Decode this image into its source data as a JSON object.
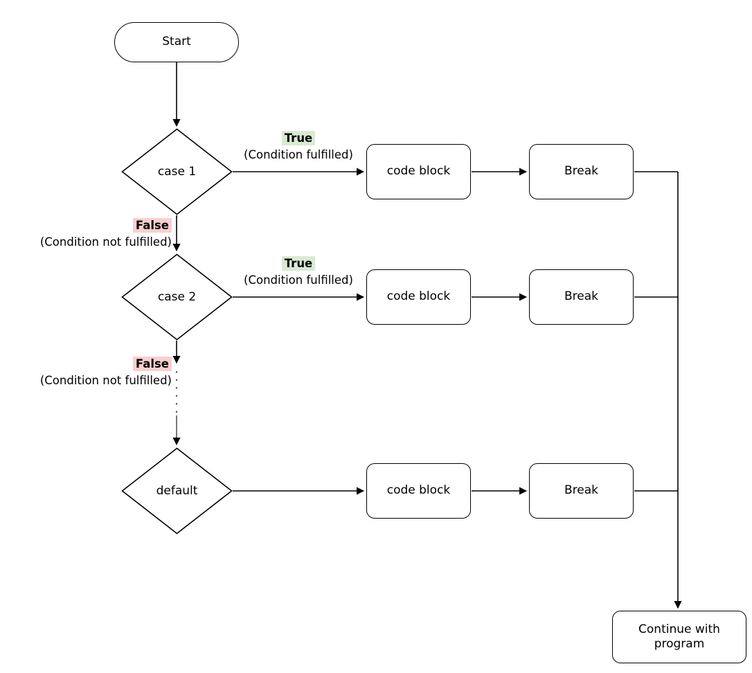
{
  "diagram": {
    "title": "switch-case flowchart",
    "type": "flowchart",
    "colors": {
      "stroke": "#000000",
      "background": "#ffffff",
      "true_highlight": "#d9ead3",
      "false_highlight": "#f9cfcf"
    }
  },
  "nodes": {
    "start": {
      "label": "Start",
      "shape": "terminator"
    },
    "case1": {
      "label": "case 1",
      "shape": "decision"
    },
    "case2": {
      "label": "case 2",
      "shape": "decision"
    },
    "default": {
      "label": "default",
      "shape": "decision"
    },
    "code1": {
      "label": "code block",
      "shape": "process"
    },
    "code2": {
      "label": "code block",
      "shape": "process"
    },
    "code3": {
      "label": "code block",
      "shape": "process"
    },
    "break1": {
      "label": "Break",
      "shape": "process"
    },
    "break2": {
      "label": "Break",
      "shape": "process"
    },
    "break3": {
      "label": "Break",
      "shape": "process"
    },
    "continue": {
      "label": "Continue with program",
      "line1": "Continue with",
      "line2": "program",
      "shape": "process"
    }
  },
  "edge_labels": {
    "true1": {
      "tag": "True",
      "sub": "(Condition fulfilled)"
    },
    "true2": {
      "tag": "True",
      "sub": "(Condition fulfilled)"
    },
    "false1": {
      "tag": "False",
      "sub": "(Condition not fulfilled)"
    },
    "false2": {
      "tag": "False",
      "sub": "(Condition not fulfilled)"
    }
  }
}
